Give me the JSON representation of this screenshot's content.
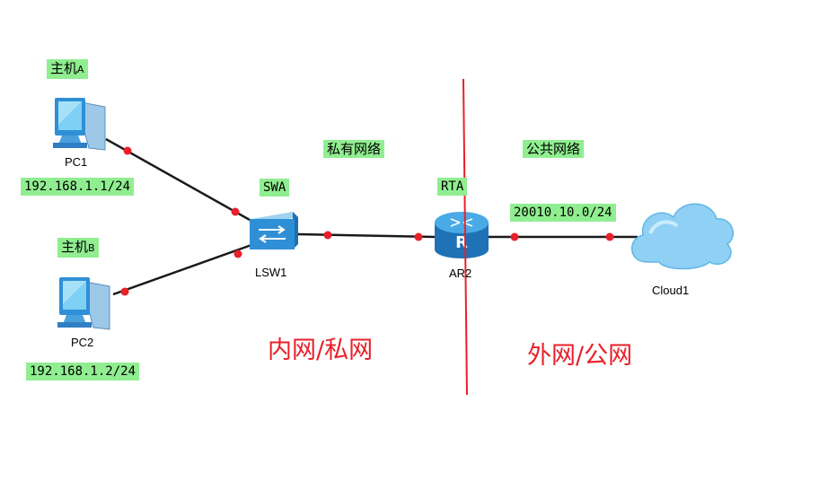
{
  "hosts": {
    "a": {
      "title": "主机",
      "suffix": "A",
      "device": "PC1",
      "ip": "192.168.1.1/24"
    },
    "b": {
      "title": "主机",
      "suffix": "B",
      "device": "PC2",
      "ip": "192.168.1.2/24"
    }
  },
  "switch": {
    "tag": "SWA",
    "device": "LSW1"
  },
  "router": {
    "tag": "RTA",
    "device": "AR2"
  },
  "cloud": {
    "device": "Cloud1",
    "network": "20010.10.0/24"
  },
  "networks": {
    "private_label": "私有网络",
    "public_label": "公共网络"
  },
  "zones": {
    "inside": "内网/私网",
    "outside": "外网/公网"
  },
  "colors": {
    "label_bg": "#90ee90",
    "link": "#1a1a1a",
    "port_dot": "#e8202a",
    "divider": "#e8202a",
    "device_blue": "#2f8fd6"
  }
}
